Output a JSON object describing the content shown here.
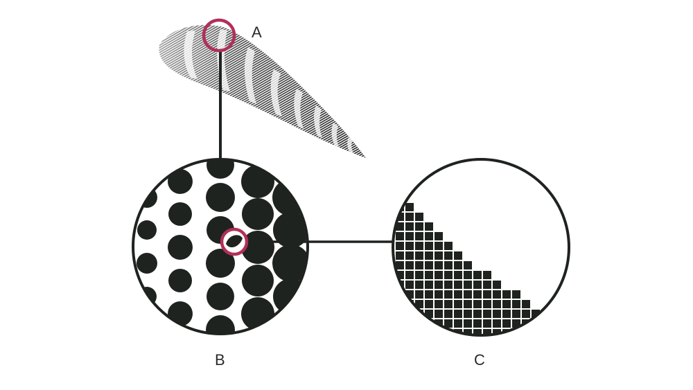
{
  "labels": {
    "a": "A",
    "b": "B",
    "c": "C"
  },
  "colors": {
    "ink": "#1f2320",
    "highlight_ring": "#b0305a",
    "background": "#ffffff"
  },
  "figure": {
    "subject": "shell-halftone-magnification",
    "detail_levels": [
      "halftone-image",
      "halftone-dots",
      "pixel-grid"
    ]
  }
}
